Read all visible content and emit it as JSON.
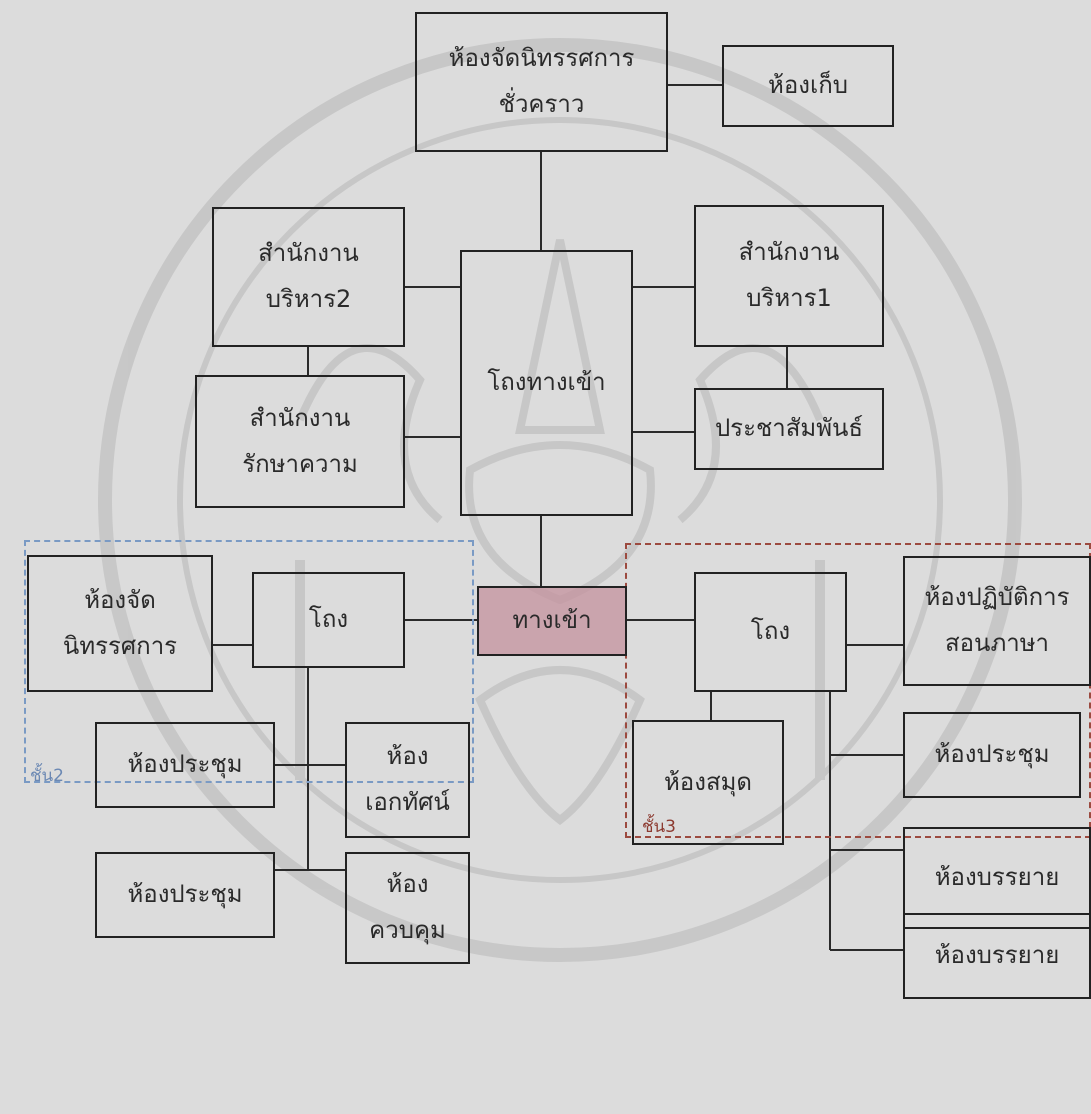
{
  "zones": {
    "floor2": {
      "label": "ชั้น2",
      "color": "#7a9ac4"
    },
    "floor3": {
      "label": "ชั้น3",
      "color": "#9c4a3f"
    }
  },
  "rooms": {
    "temp_exhibition": [
      "ห้องจัดนิทรรศการ",
      "ชั่วคราว"
    ],
    "storage": [
      "ห้องเก็บ"
    ],
    "admin_office_2": [
      "สำนักงาน",
      "บริหาร2"
    ],
    "admin_office_1": [
      "สำนักงาน",
      "บริหาร1"
    ],
    "entrance_hall": [
      "โถงทางเข้า"
    ],
    "security_office": [
      "สำนักงาน",
      "รักษาความ"
    ],
    "public_relations": [
      "ประชาสัมพันธ์"
    ],
    "exhibition_room": [
      "ห้องจัด",
      "นิทรรศการ"
    ],
    "hall_left": [
      "โถง"
    ],
    "entrance": [
      "ทางเข้า"
    ],
    "hall_right": [
      "โถง"
    ],
    "language_lab": [
      "ห้องปฏิบัติการ",
      "สอนภาษา"
    ],
    "meeting_room_1": [
      "ห้องประชุม"
    ],
    "audiovisual_room": [
      "ห้อง",
      "เอกทัศน์"
    ],
    "meeting_room_2": [
      "ห้องประชุม"
    ],
    "control_room": [
      "ห้อง",
      "ควบคุม"
    ],
    "library": [
      "ห้องสมุด"
    ],
    "meeting_room_3": [
      "ห้องประชุม"
    ],
    "lecture_room_1": [
      "ห้องบรรยาย"
    ],
    "lecture_room_2": [
      "ห้องบรรยาย"
    ]
  },
  "colors": {
    "line": "#2a2a2a",
    "background": "#dcdcdc",
    "entrance_fill": "#c4929e"
  }
}
